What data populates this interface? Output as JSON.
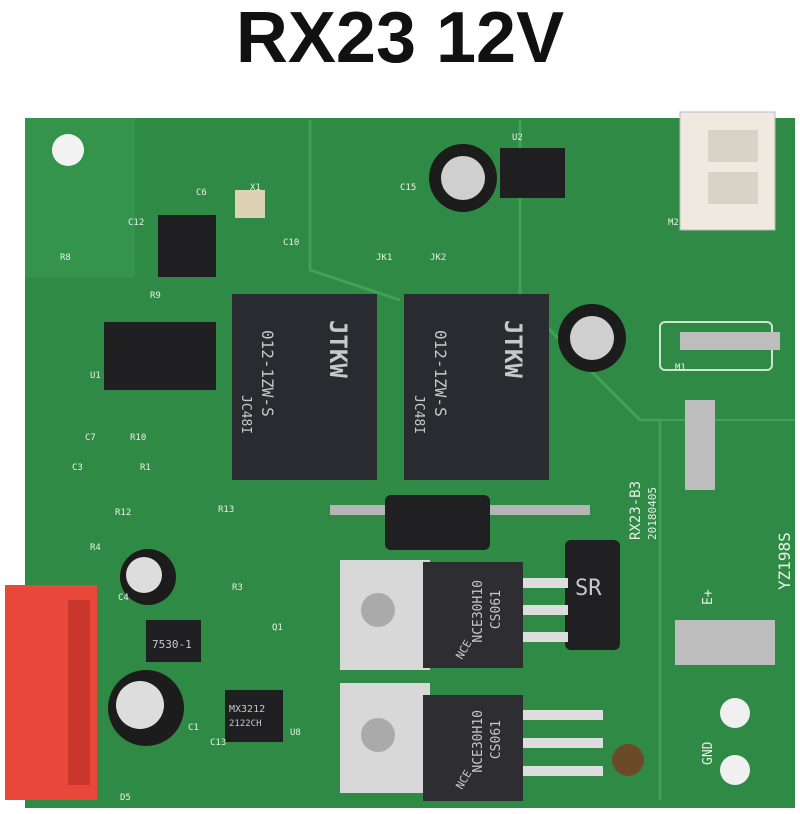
{
  "title": "RX23 12V",
  "colors": {
    "pcb": "#2f8a45",
    "pcb_dark": "#246e36",
    "connector": "#e8473a",
    "relay": "#2a2b30",
    "mosfet": "#2d2d32"
  },
  "relays": [
    {
      "brand": "JTKW",
      "model": "012-1ZW-S",
      "code": "JC48I"
    },
    {
      "brand": "JTKW",
      "model": "012-1ZW-S",
      "code": "JC48I"
    }
  ],
  "mosfets": [
    {
      "brand": "NCE",
      "model": "NCE30H10",
      "code": "CS061"
    },
    {
      "brand": "NCE",
      "model": "NCE30H10",
      "code": "CS061"
    }
  ],
  "diode_label": "SR",
  "silkscreen": {
    "board": "RX23-B3",
    "date": "20180405",
    "maker": "YZ198S",
    "e_plus": "E+",
    "gnd": "GND",
    "regulator": "7530-1",
    "ic": "MX3212",
    "ic_code": "2122CH",
    "refs": [
      "X1",
      "C6",
      "C12",
      "C10",
      "R8",
      "R9",
      "U1",
      "C7",
      "C3",
      "R10",
      "R1",
      "R12",
      "R4",
      "R13",
      "C4",
      "R3",
      "Q1",
      "C1",
      "C13",
      "U8",
      "D5",
      "JK1",
      "JK2",
      "C15",
      "U2",
      "M1",
      "M2"
    ]
  }
}
